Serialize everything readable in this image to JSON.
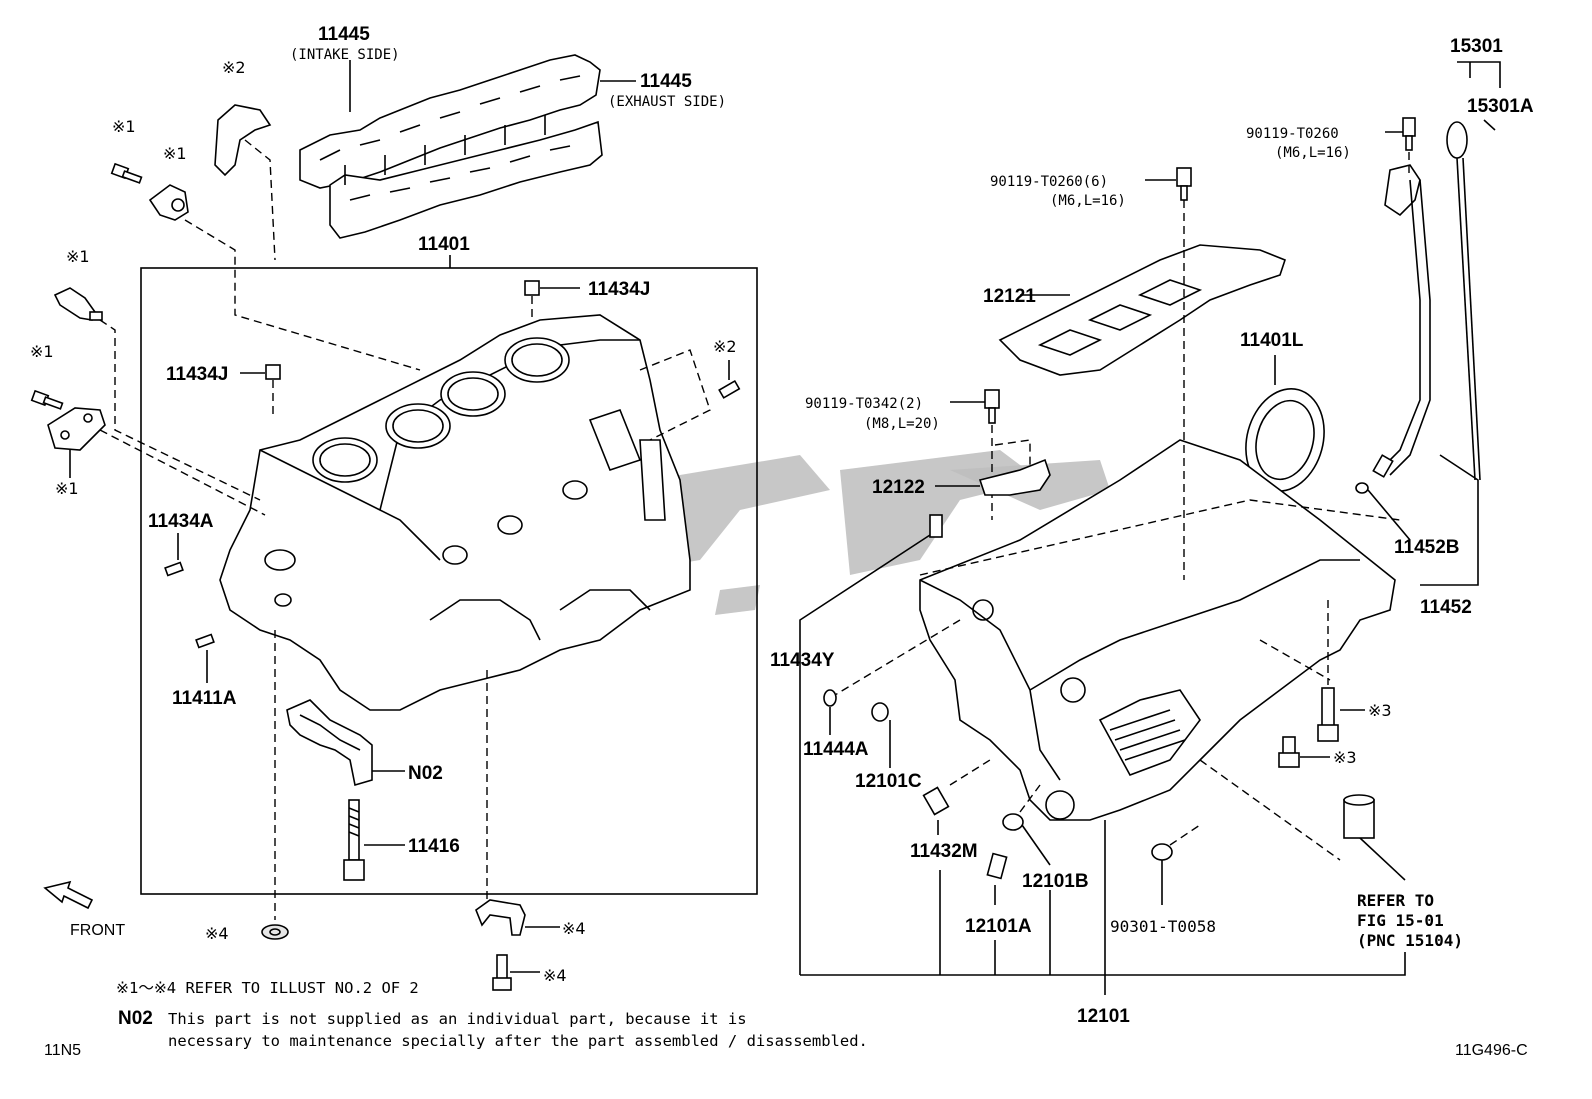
{
  "labels": {
    "p11445_intake": "11445",
    "intake_side": "(INTAKE SIDE)",
    "p11445_exhaust": "11445",
    "exhaust_side": "(EXHAUST SIDE)",
    "p11401": "11401",
    "p11434J_top": "11434J",
    "p11434J_left": "11434J",
    "p11434A": "11434A",
    "p11411A": "11411A",
    "n02": "N02",
    "p11416": "11416",
    "front": "FRONT",
    "p15301": "15301",
    "p15301A": "15301A",
    "bolt_t0260_a": "90119-T0260",
    "bolt_t0260_a_spec": "(M6,L=16)",
    "bolt_t0260_6": "90119-T0260(6)",
    "bolt_t0260_6_spec": "(M6,L=16)",
    "p12121": "12121",
    "p11401L": "11401L",
    "bolt_t0342": "90119-T0342(2)",
    "bolt_t0342_spec": "(M8,L=20)",
    "p12122": "12122",
    "p11452B": "11452B",
    "p11452": "11452",
    "p11434Y": "11434Y",
    "p11444A": "11444A",
    "p12101C": "12101C",
    "p11432M": "11432M",
    "p12101B": "12101B",
    "p12101A": "12101A",
    "p90301": "90301-T0058",
    "refer1": "REFER TO",
    "refer2": "FIG 15-01",
    "refer3": "(PNC 15104)",
    "p12101": "12101"
  },
  "marks": {
    "m1_a": "※1",
    "m1_b": "※1",
    "m1_c": "※1",
    "m1_d": "※1",
    "m1_e": "※1",
    "m2_a": "※2",
    "m2_b": "※2",
    "m3_a": "※3",
    "m3_b": "※3",
    "m4_a": "※4",
    "m4_b": "※4",
    "m4_c": "※4"
  },
  "notes": {
    "refer_illust": "※1～※4 REFER TO ILLUST NO.2 OF 2",
    "n02_code": "N02",
    "n02_line1": "This part is not supplied as an individual part, because it is",
    "n02_line2": "necessary to maintenance specially after the part assembled / disassembled."
  },
  "footer": {
    "left_code": "11N5",
    "right_code": "11G496-C"
  },
  "colors": {
    "ink": "#000000",
    "watermark": "#bdbdbd"
  }
}
